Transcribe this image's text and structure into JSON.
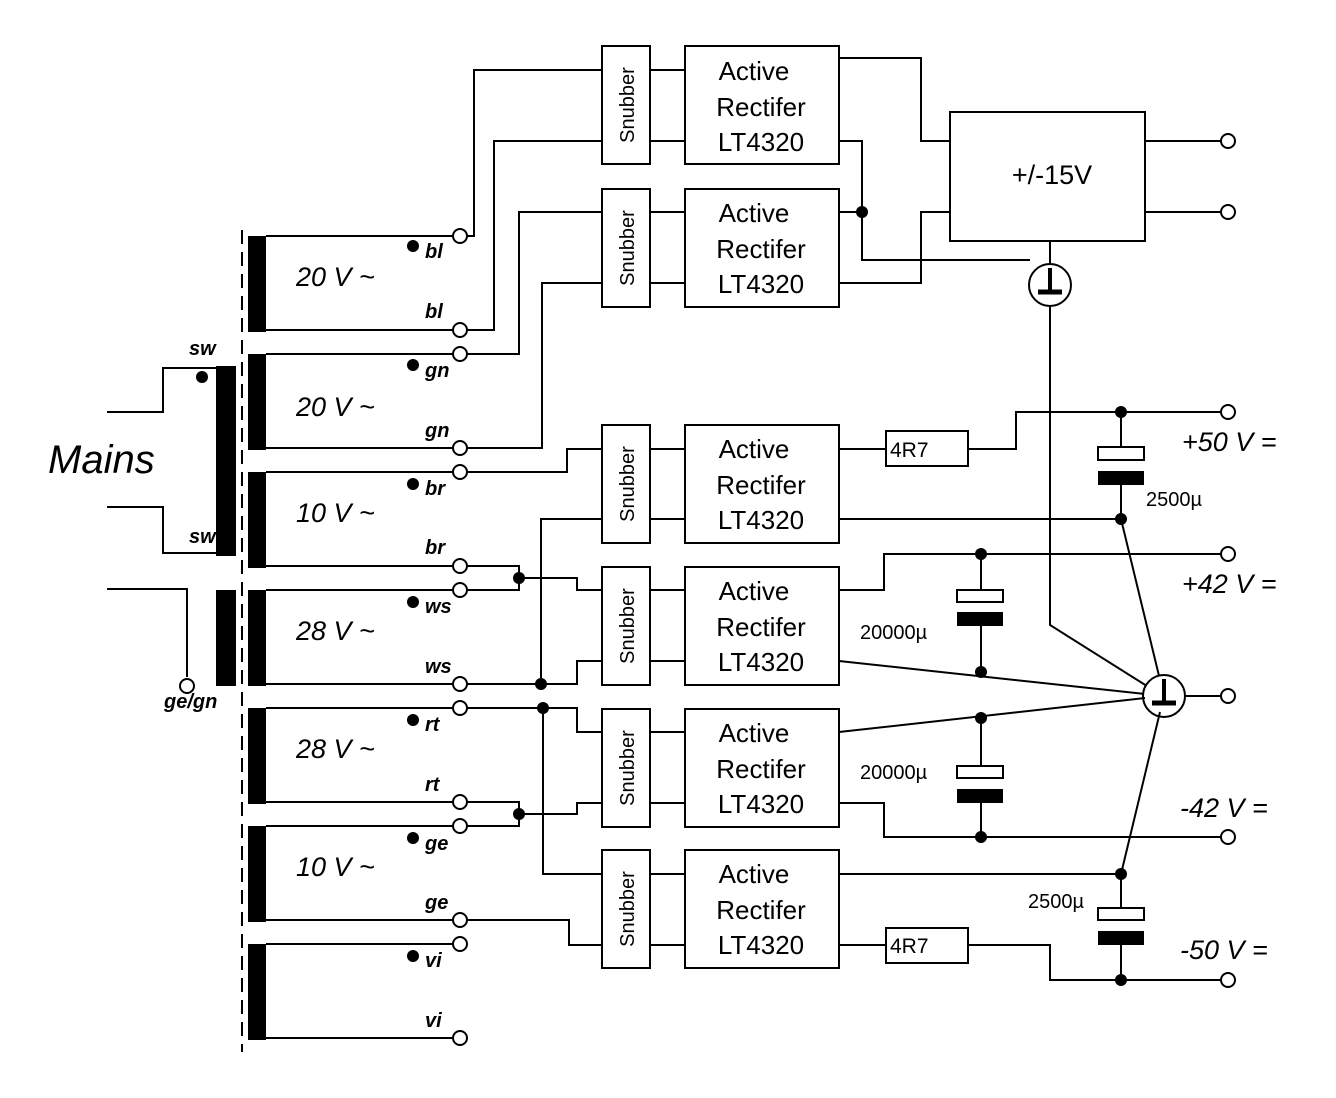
{
  "mains_label": "Mains",
  "primary_labels": [
    "sw",
    "sw",
    "ge/gn"
  ],
  "windings": [
    {
      "voltage": "20 V ~",
      "top": "bl",
      "bottom": "bl"
    },
    {
      "voltage": "20 V ~",
      "top": "gn",
      "bottom": "gn"
    },
    {
      "voltage": "10 V ~",
      "top": "br",
      "bottom": "br"
    },
    {
      "voltage": "28 V ~",
      "top": "ws",
      "bottom": "ws"
    },
    {
      "voltage": "28 V ~",
      "top": "rt",
      "bottom": "rt"
    },
    {
      "voltage": "10 V ~",
      "top": "ge",
      "bottom": "ge"
    },
    {
      "voltage": "",
      "top": "vi",
      "bottom": "vi"
    }
  ],
  "snubber_label": "Snubber",
  "rectifier": {
    "line1": "Active",
    "line2": "Rectifer",
    "line3": "LT4320"
  },
  "regulator_label": "+/-15V",
  "resistor_label": "4R7",
  "capacitors": {
    "small": "2500µ",
    "large": "20000µ"
  },
  "outputs": {
    "p50": "+50 V =",
    "p42": "+42 V =",
    "m42": "-42 V =",
    "m50": "-50 V ="
  },
  "ground_symbol": "⊥"
}
